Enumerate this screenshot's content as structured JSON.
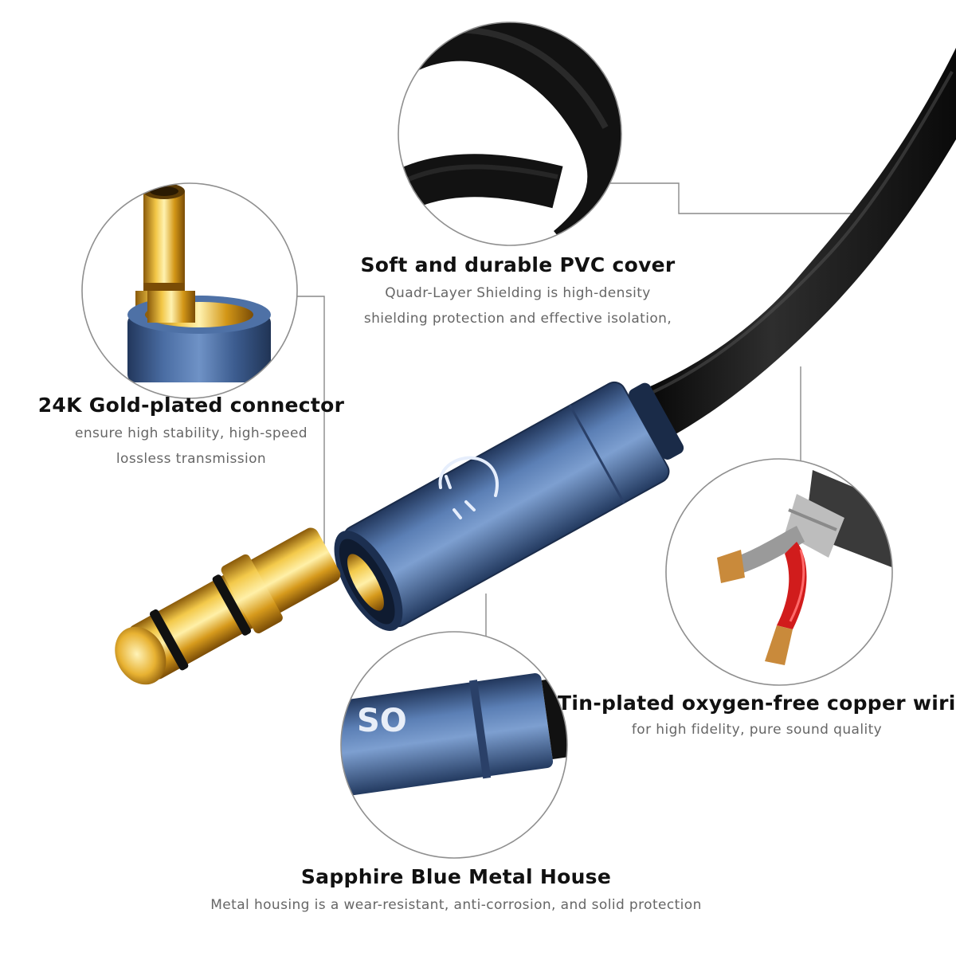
{
  "features": {
    "pvc": {
      "title": "Soft and durable PVC cover",
      "desc1": "Quadr-Layer Shielding is high-density",
      "desc2": "shielding protection and effective isolation,"
    },
    "gold": {
      "title": "24K Gold-plated connector",
      "desc1": "ensure high stability, high-speed",
      "desc2": "lossless transmission"
    },
    "tin": {
      "title": "Tin-plated oxygen-free copper wiring",
      "desc1": "for high fidelity, pure sound quality"
    },
    "sapphire": {
      "title": "Sapphire Blue Metal House",
      "desc1": "Metal housing is a wear-resistant, anti-corrosion, and solid protection"
    }
  },
  "housing_mark": "SO",
  "icons": [
    "headphone-icon"
  ],
  "colors": {
    "housing_blue": "#3f5f93",
    "gold": "#e2ad1e",
    "cable_black": "#161616",
    "wire_red": "#d11c1c",
    "copper": "#c98a3b"
  }
}
